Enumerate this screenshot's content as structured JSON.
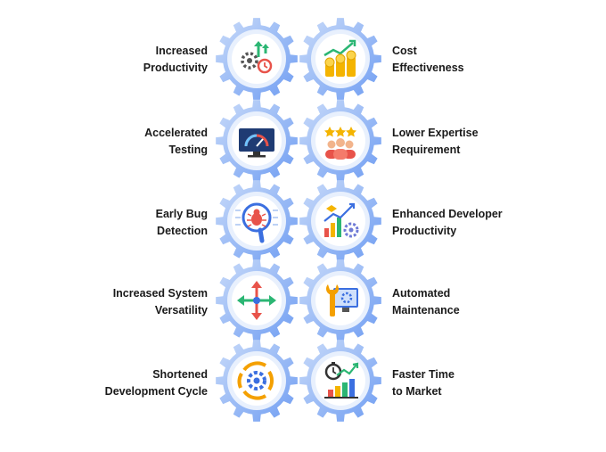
{
  "items": [
    {
      "side": "left",
      "row": 0,
      "icon": "gears-clock-growth-icon",
      "line1": "Increased",
      "line2": "Productivity"
    },
    {
      "side": "right",
      "row": 0,
      "icon": "coins-growth-icon",
      "line1": "Cost",
      "line2": "Effectiveness"
    },
    {
      "side": "left",
      "row": 1,
      "icon": "speedometer-monitor-icon",
      "line1": "Accelerated",
      "line2": "Testing"
    },
    {
      "side": "right",
      "row": 1,
      "icon": "team-stars-icon",
      "line1": "Lower Expertise",
      "line2": "Requirement"
    },
    {
      "side": "left",
      "row": 2,
      "icon": "bug-magnifier-icon",
      "line1": "Early Bug",
      "line2": "Detection"
    },
    {
      "side": "right",
      "row": 2,
      "icon": "chart-gear-icon",
      "line1": "Enhanced Developer",
      "line2": "Productivity"
    },
    {
      "side": "left",
      "row": 3,
      "icon": "arrows-cross-icon",
      "line1": "Increased System",
      "line2": "Versatility"
    },
    {
      "side": "right",
      "row": 3,
      "icon": "wrench-monitor-icon",
      "line1": "Automated",
      "line2": "Maintenance"
    },
    {
      "side": "left",
      "row": 4,
      "icon": "cycle-gear-icon",
      "line1": "Shortened",
      "line2": "Development Cycle"
    },
    {
      "side": "right",
      "row": 4,
      "icon": "stopwatch-chart-icon",
      "line1": "Faster Time",
      "line2": "to Market"
    }
  ],
  "colors": {
    "gear_light": "#c9dbf9",
    "gear_dark": "#6f9df2",
    "inner_ring": "#e8f0fd",
    "text": "#1a1a1a"
  }
}
